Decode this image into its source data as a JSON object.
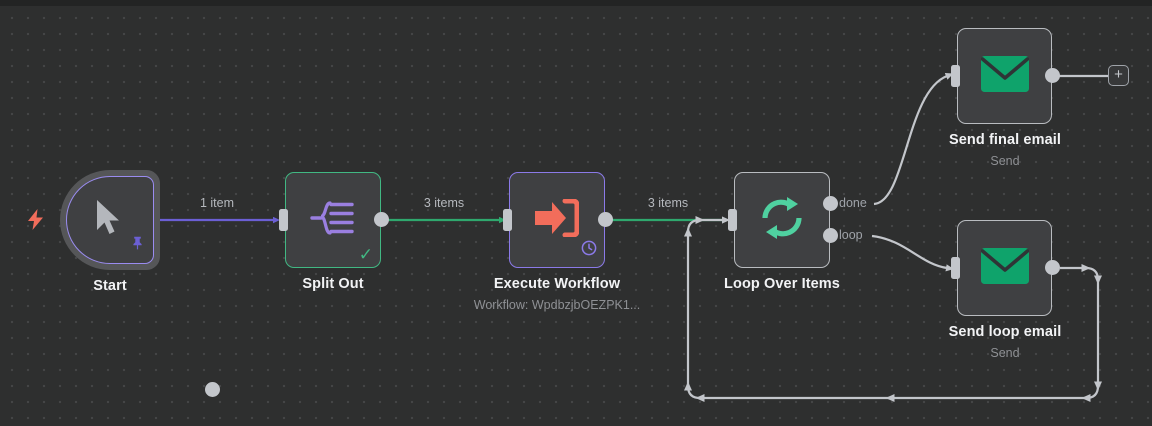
{
  "app": {
    "name": "n8n-workflow-canvas",
    "background_color": "#2e2f2f",
    "grid_dot_color": "#444546"
  },
  "nodes": [
    {
      "id": "start",
      "label": "Start",
      "subtitle": "",
      "icon": "cursor-pointer-icon",
      "badge": "pin-icon",
      "border_color": "#9a8cf0",
      "selected": true
    },
    {
      "id": "split-out",
      "label": "Split Out",
      "subtitle": "",
      "icon": "split-out-icon",
      "badge": "check-icon",
      "border_color": "#41b883",
      "selected": false
    },
    {
      "id": "execute-workflow",
      "label": "Execute Workflow",
      "subtitle": "Workflow: WpdbzjbOEZPK1...",
      "icon": "execute-workflow-arrow-icon",
      "badge": "clock-icon",
      "border_color": "#8b7ae8",
      "selected": false
    },
    {
      "id": "loop-over-items",
      "label": "Loop Over Items",
      "subtitle": "",
      "icon": "loop-refresh-icon",
      "badge": "",
      "border_color": "#b9bcc0",
      "selected": false,
      "outputs": [
        "done",
        "loop"
      ]
    },
    {
      "id": "send-final-email",
      "label": "Send final email",
      "subtitle": "Send",
      "icon": "envelope-icon",
      "badge": "",
      "border_color": "#b9bcc0",
      "selected": false
    },
    {
      "id": "send-loop-email",
      "label": "Send loop email",
      "subtitle": "Send",
      "icon": "envelope-icon",
      "badge": "",
      "border_color": "#b9bcc0",
      "selected": false
    }
  ],
  "connections": [
    {
      "from": "start",
      "to": "split-out",
      "label": "1 item",
      "color": "#6b5fd4"
    },
    {
      "from": "split-out",
      "to": "execute-workflow",
      "label": "3 items",
      "color": "#2fa86e"
    },
    {
      "from": "execute-workflow",
      "to": "loop-over-items",
      "label": "3 items",
      "color": "#2fa86e"
    },
    {
      "from": "loop-over-items",
      "port": "done",
      "to": "send-final-email",
      "label": "",
      "color": "#c3c6cb"
    },
    {
      "from": "loop-over-items",
      "port": "loop",
      "to": "send-loop-email",
      "label": "",
      "color": "#c3c6cb"
    },
    {
      "from": "send-loop-email",
      "to": "loop-over-items",
      "label": "",
      "color": "#c3c6cb"
    }
  ],
  "ports": {
    "done_label": "done",
    "loop_label": "loop"
  },
  "controls": {
    "add_node_label": "+",
    "trigger_icon": "lightning-bolt-icon"
  },
  "colors": {
    "accent_purple": "#8b7ae8",
    "accent_green": "#41b883",
    "accent_red": "#f26d5b",
    "connector_gray": "#c3c6cb",
    "node_fill": "#3f4042",
    "text_primary": "#f2f3f5",
    "text_secondary": "#8e9094"
  }
}
